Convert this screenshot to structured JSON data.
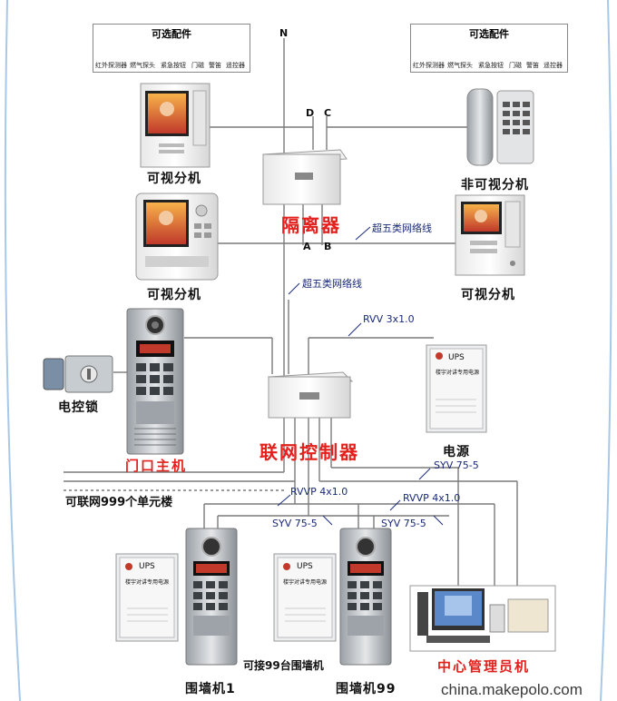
{
  "accessories": {
    "title": "可选配件",
    "items": [
      "红外探测器",
      "燃气探头",
      "紧急按钮",
      "门磁",
      "警笛",
      "遥控器"
    ]
  },
  "devices": {
    "video_ext_1": "可视分机",
    "video_ext_2": "可视分机",
    "video_ext_3": "可视分机",
    "nonvideo_ext": "非可视分机",
    "isolator": "隔离器",
    "controller": "联网控制器",
    "lock": "电控锁",
    "door_main": "门口主机",
    "power": "电源",
    "wall_1": "围墙机1",
    "wall_99": "围墙机99",
    "center": "中心管理员机"
  },
  "labels": {
    "wire_n": "N",
    "wire_d": "D",
    "wire_c": "C",
    "wire_a": "A",
    "wire_b": "B",
    "cat5_1": "超五类网络线",
    "cat5_2": "超五类网络线",
    "rvv": "RVV 3x1.0",
    "syv_1": "SYV 75-5",
    "rvvp_1": "RVVP 4x1.0",
    "rvvp_2": "RVVP 4x1.0",
    "syv_2": "SYV 75-5",
    "syv_3": "SYV 75-5",
    "units_note": "可联网999个单元楼",
    "wall_note": "可接99台围墙机",
    "ups": "UPS",
    "ups_title": "楼宇对讲专用电源"
  },
  "watermark": "china.makepolo.com",
  "colors": {
    "accent_red": "#e3201b",
    "line": "#7a7a7a",
    "frame_blue": "#a8c8e8"
  }
}
